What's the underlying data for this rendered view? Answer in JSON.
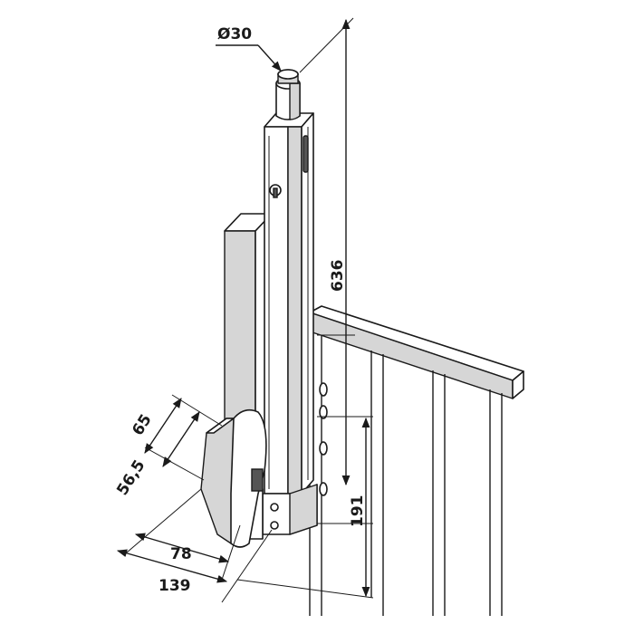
{
  "dimensions": {
    "diameter": "Ø30",
    "height_total": "636",
    "height_lower": "191",
    "depth_65": "65",
    "depth_56_5": "56,5",
    "width_78": "78",
    "width_139": "139"
  },
  "colors": {
    "line": "#1a1a1a",
    "shade": "#d6d6d6",
    "dark": "#555555"
  }
}
